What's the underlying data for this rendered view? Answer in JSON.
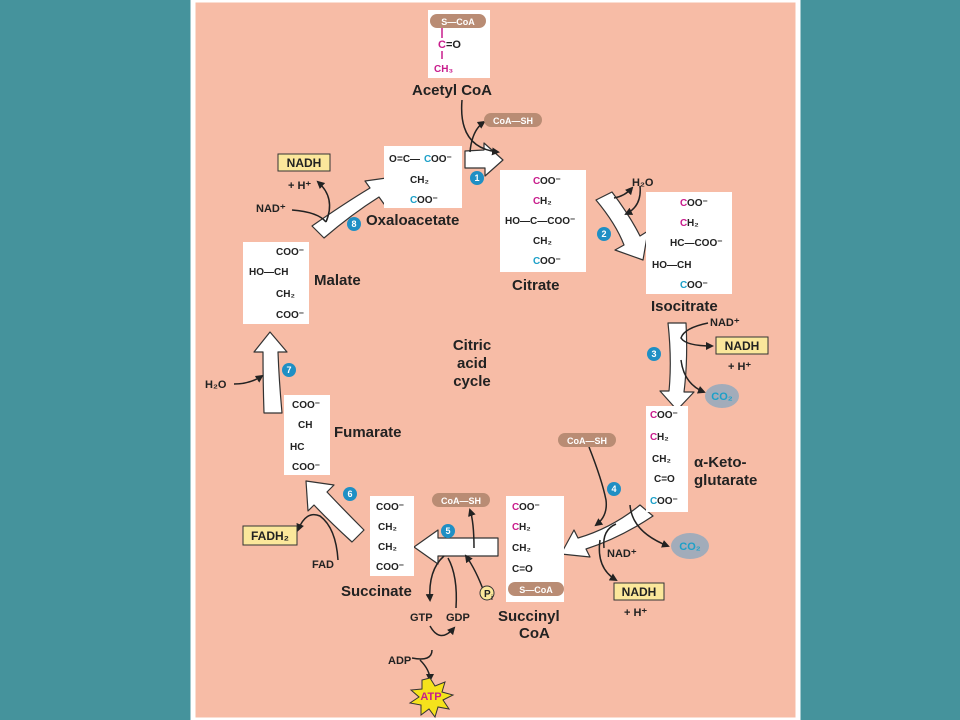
{
  "colors": {
    "background": "#45939c",
    "panel": "#f7bca6",
    "panel_border": "#ffffff",
    "molecule_box": "#ffffff",
    "carrier_pill": "#b98c74",
    "reduced_carrier_box": "#fbe79b",
    "co2_oval": "#a2acba",
    "step_badge": "#1f8fc4",
    "atp_star": "#f5e21c",
    "magenta_carbon": "#c81c8c",
    "cyan_carbon": "#1da0c8",
    "arrow_fill": "#ffffff"
  },
  "center_label": {
    "line1": "Citric",
    "line2": "acid",
    "line3": "cycle"
  },
  "molecules": {
    "acetyl_coa": {
      "name": "Acetyl CoA",
      "scoa": "S—CoA",
      "c": "C",
      "o": "=O",
      "ch3": "CH₃"
    },
    "oxaloacetate": {
      "name": "Oxaloacetate",
      "line1a": "O",
      "line1b": "=C—",
      "line1c": "C",
      "line1d": "OO⁻",
      "line2": "CH₂",
      "line3a": "C",
      "line3b": "OO⁻"
    },
    "citrate": {
      "name": "Citrate",
      "l1a": "C",
      "l1b": "OO⁻",
      "l2a": "C",
      "l2b": "H₂",
      "l3": "HO—C—COO⁻",
      "l4": "CH₂",
      "l5a": "C",
      "l5b": "OO⁻"
    },
    "isocitrate": {
      "name": "Isocitrate",
      "l1a": "C",
      "l1b": "OO⁻",
      "l2a": "C",
      "l2b": "H₂",
      "l3": "HC—COO⁻",
      "l4": "HO—CH",
      "l5a": "C",
      "l5b": "OO⁻"
    },
    "alpha_ketoglutarate": {
      "name_line1": "α-Keto-",
      "name_line2": "glutarate",
      "l1a": "C",
      "l1b": "OO⁻",
      "l2a": "C",
      "l2b": "H₂",
      "l3": "CH₂",
      "l4": "C=O",
      "l5a": "C",
      "l5b": "OO⁻"
    },
    "succinyl_coa": {
      "name_line1": "Succinyl",
      "name_line2": "CoA",
      "l1a": "C",
      "l1b": "OO⁻",
      "l2a": "C",
      "l2b": "H₂",
      "l3": "CH₂",
      "l4": "C=O",
      "scoa": "S—CoA"
    },
    "succinate": {
      "name": "Succinate",
      "l1": "COO⁻",
      "l2": "CH₂",
      "l3": "CH₂",
      "l4": "COO⁻"
    },
    "fumarate": {
      "name": "Fumarate",
      "l1": "COO⁻",
      "l2": "CH",
      "l3": "HC",
      "l4": "COO⁻"
    },
    "malate": {
      "name": "Malate",
      "l1": "COO⁻",
      "l2": "HO—CH",
      "l3": "CH₂",
      "l4": "COO⁻"
    }
  },
  "cofactors": {
    "coa_sh_1": "CoA—SH",
    "h2o_2": "H₂O",
    "nad_3": "NAD⁺",
    "nadh_3": "NADH",
    "h_3": "+ H⁺",
    "co2_3": "CO₂",
    "coa_sh_4": "CoA—SH",
    "co2_4": "CO₂",
    "nad_4": "NAD⁺",
    "nadh_4": "NADH",
    "h_4": "+ H⁺",
    "coa_sh_5": "CoA—SH",
    "gtp": "GTP",
    "gdp": "GDP",
    "pi": "P",
    "pi_sub": "i",
    "adp": "ADP",
    "atp": "ATP",
    "fad": "FAD",
    "fadh2": "FADH₂",
    "h2o_7": "H₂O",
    "nad_8": "NAD⁺",
    "nadh_8": "NADH",
    "h_8": "+ H⁺"
  },
  "steps": [
    "1",
    "2",
    "3",
    "4",
    "5",
    "6",
    "7",
    "8"
  ]
}
